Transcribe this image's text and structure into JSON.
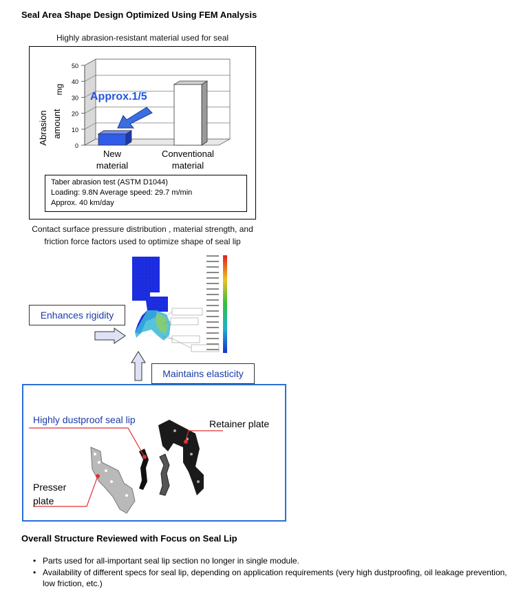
{
  "page": {
    "title": "Seal Area Shape Design Optimized Using FEM Analysis",
    "chart_caption": "Highly abrasion-resistant material used for seal",
    "fem_caption_line1": "Contact surface pressure distribution , material strength, and",
    "fem_caption_line2": "friction force factors used to optimize shape of seal lip",
    "section2_title": "Overall Structure Reviewed with Focus on Seal Lip",
    "bullets": [
      "Parts used for all-important seal lip section no longer in single module.",
      "Availability of different specs for seal lip, depending on application requirements (very high dustproofing, oil leakage prevention, low friction, etc.)"
    ]
  },
  "chart_data": {
    "type": "bar",
    "categories": [
      [
        "New",
        "material"
      ],
      [
        "Conventional",
        "material"
      ]
    ],
    "values": [
      7,
      38
    ],
    "ylabel_line1": "Abrasion",
    "ylabel_line2": "amount",
    "unit": "mg",
    "yticks": [
      0,
      10,
      20,
      30,
      40,
      50
    ],
    "ylim": [
      0,
      50
    ],
    "annotation": "Approx.1/5",
    "grid": true,
    "colors": {
      "new": "#2f5ce8",
      "conventional": "#ffffff",
      "annotation": "#2255dd"
    }
  },
  "test_conditions": {
    "line1": "Taber abrasion test   (ASTM D1044)",
    "line2": "Loading:  9.8N     Average speed:  29.7 m/min",
    "line3": "Approx. 40 km/day"
  },
  "fem": {
    "label_rigidity": "Enhances rigidity",
    "label_elasticity": "Maintains elasticity"
  },
  "parts": {
    "seal_lip": "Highly dustproof seal lip",
    "retainer": "Retainer plate",
    "presser_line1": "Presser",
    "presser_line2": "plate"
  }
}
